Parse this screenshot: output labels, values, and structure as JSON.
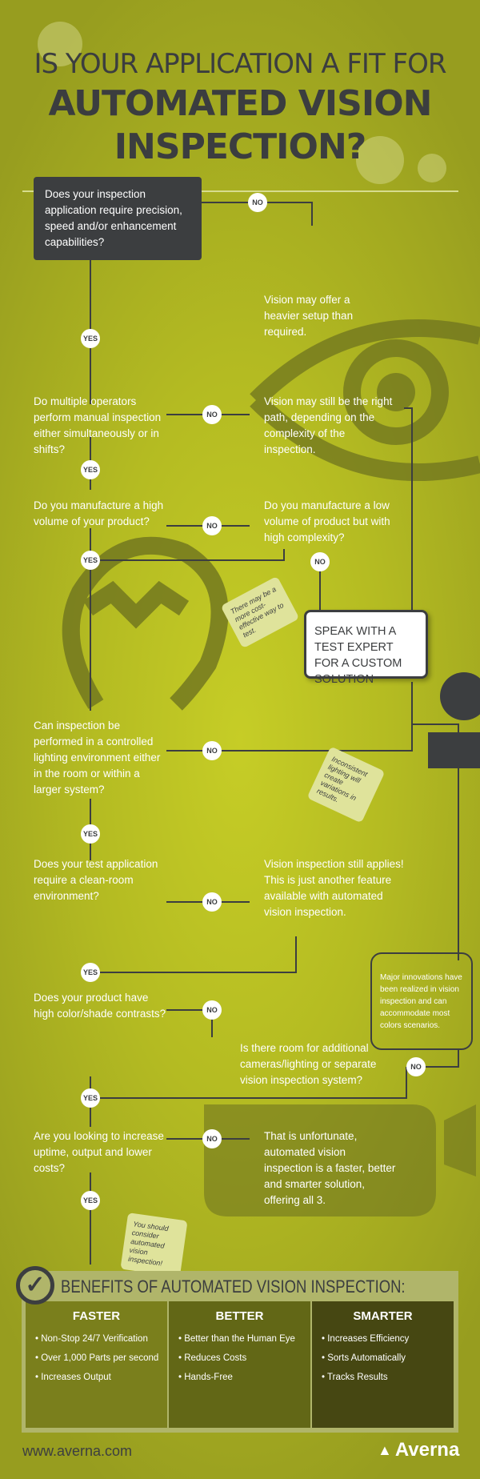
{
  "title": {
    "line1": "IS YOUR APPLICATION A FIT FOR",
    "line2": "AUTOMATED VISION",
    "line3": "INSPECTION?"
  },
  "labels": {
    "yes": "YES",
    "no": "NO"
  },
  "questions": [
    "Does your inspection application require precision, speed and/or enhancement capabilities?",
    "Do multiple operators perform manual inspection either simultaneously or in shifts?",
    "Do you manufacture a high volume of your product?",
    "Can inspection be performed in a controlled lighting environment either in the room or within a larger system?",
    "Does your test application require a clean-room environment?",
    "Does your product have high color/shade contrasts?",
    "Are you looking to increase uptime, output and lower costs?"
  ],
  "answers": {
    "a1": "Vision may offer a heavier setup than required.",
    "a2": "Vision may still be the right path, depending on the complexity of the inspection.",
    "a3": "Do you manufacture a low volume of product but with high complexity?",
    "a5": "Vision inspection still applies! This is just another feature available with automated vision inspection.",
    "a6": "Is there room for additional cameras/lighting or separate vision inspection system?",
    "a7": "That is unfortunate, automated vision inspection is a faster, better and smarter solution, offering all 3."
  },
  "tags": {
    "cost": "There may be a more cost-effective way to test.",
    "lighting": "Inconsistent lighting will create variations in results.",
    "consider": "You should consider automated vision inspection!"
  },
  "speak": "SPEAK WITH A TEST EXPERT FOR A CUSTOM SOLUTION",
  "innovations": "Major innovations have been realized in vision inspection and can accommodate most colors scenarios.",
  "benefits": {
    "heading": "BENEFITS OF AUTOMATED VISION INSPECTION:",
    "columns": [
      {
        "title": "FASTER",
        "items": [
          "Non-Stop 24/7 Verification",
          "Over 1,000 Parts per second",
          "Increases Output"
        ]
      },
      {
        "title": "BETTER",
        "items": [
          "Better than the Human Eye",
          "Reduces Costs",
          "Hands-Free"
        ]
      },
      {
        "title": "SMARTER",
        "items": [
          "Increases Efficiency",
          "Sorts Automatically",
          "Tracks Results"
        ]
      }
    ]
  },
  "footer": {
    "url": "www.averna.com",
    "brand": "Averna"
  },
  "colors": {
    "background": "#b4bb22",
    "dark": "#3c3e40",
    "col1": "#7a7f1c",
    "col2": "#626716",
    "col3": "#464712"
  }
}
